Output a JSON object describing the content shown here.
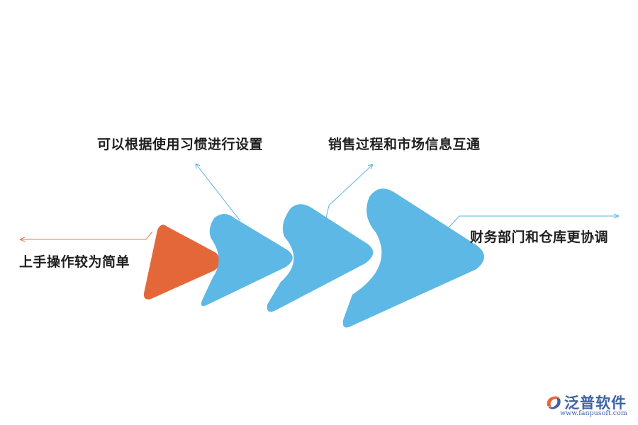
{
  "labels": {
    "left": "上手操作较为简单",
    "top1": "可以根据使用习惯进行设置",
    "top2": "销售过程和市场信息互通",
    "right": "财务部门和仓库更协调"
  },
  "colors": {
    "orange": "#e4673a",
    "blue": "#5db8e6",
    "line_orange": "#e8774f",
    "line_blue": "#5db4dd",
    "brand": "#3f63a6"
  },
  "logo": {
    "name": "泛普软件",
    "url": "www.fanpusoft.com"
  }
}
